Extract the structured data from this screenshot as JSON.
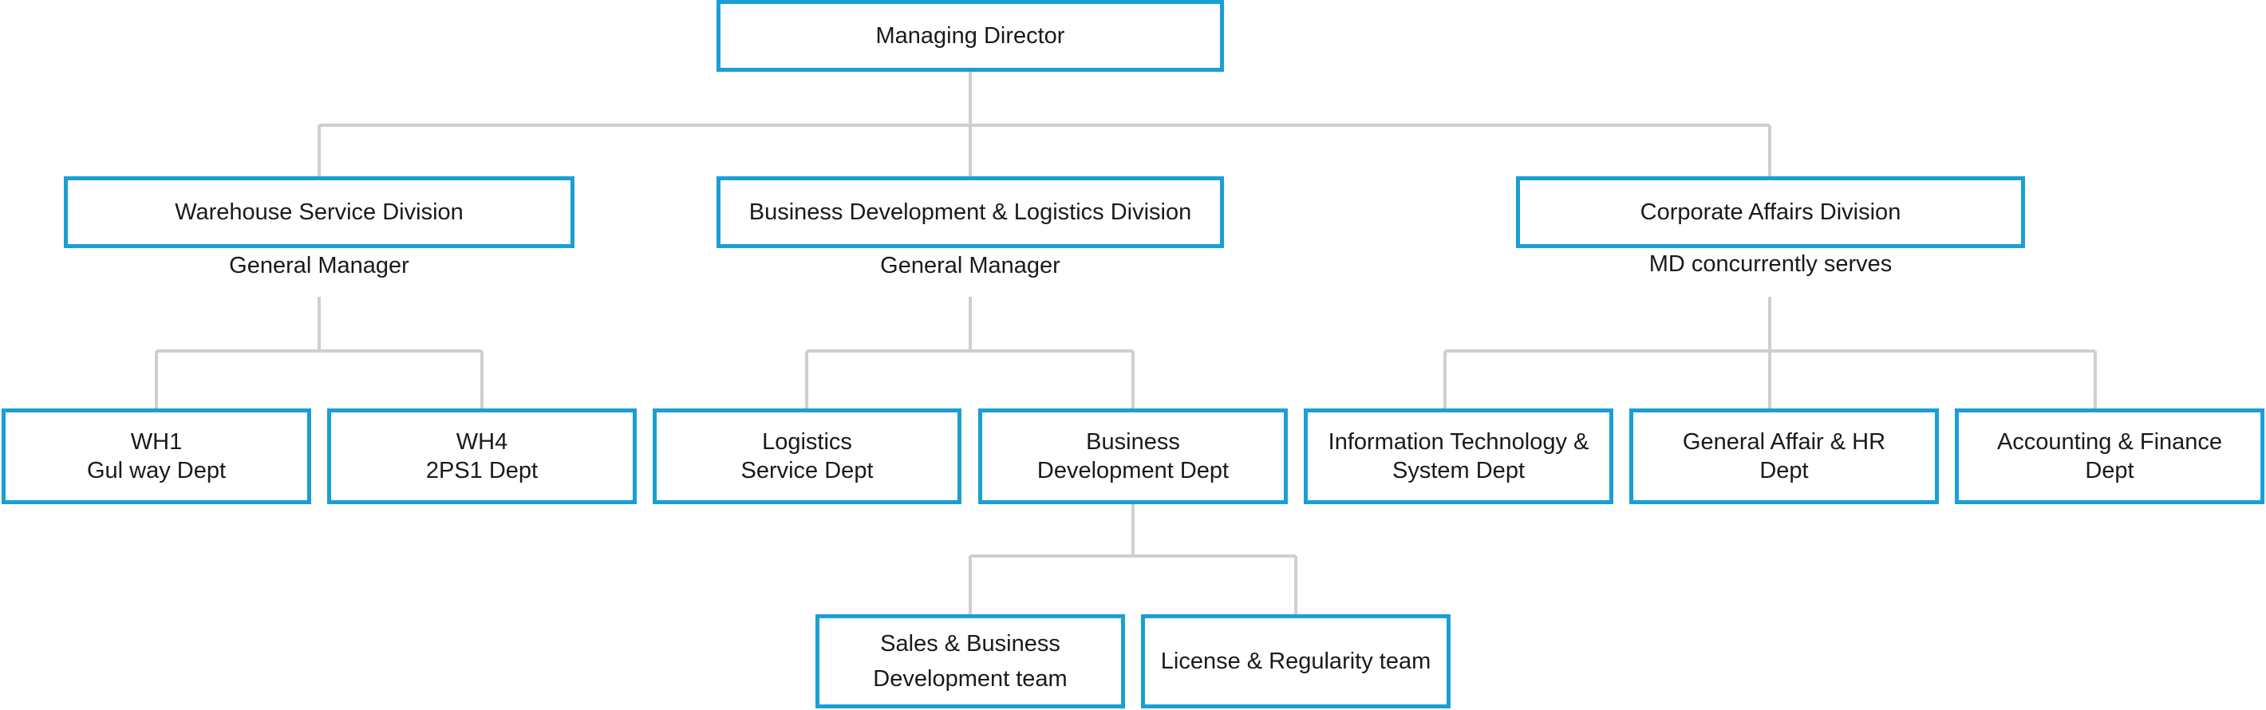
{
  "top": {
    "label": "Managing Director"
  },
  "divisions": [
    {
      "label": "Warehouse Service Division",
      "role": "General Manager"
    },
    {
      "label": "Business Development & Logistics Division",
      "role": "General Manager"
    },
    {
      "label": "Corporate Affairs Division",
      "role": "MD concurrently serves"
    }
  ],
  "departments": [
    {
      "line1": "WH1",
      "line2": "Gul way Dept"
    },
    {
      "line1": "WH4",
      "line2": "2PS1 Dept"
    },
    {
      "line1": "Logistics",
      "line2": "Service Dept"
    },
    {
      "line1": "Business",
      "line2": "Development Dept"
    },
    {
      "line1": "Information Technology &",
      "line2": "System Dept"
    },
    {
      "line1": "General Affair & HR",
      "line2": "Dept"
    },
    {
      "line1": "Accounting & Finance",
      "line2": "Dept"
    }
  ],
  "teams": [
    {
      "line1": "Sales & Business",
      "line2": "Development team"
    },
    {
      "line1": "License & Regularity team",
      "line2": ""
    }
  ],
  "colors": {
    "box_border": "#1a9fd4",
    "connector": "#cfcfcf",
    "text": "#1a1a1a"
  }
}
